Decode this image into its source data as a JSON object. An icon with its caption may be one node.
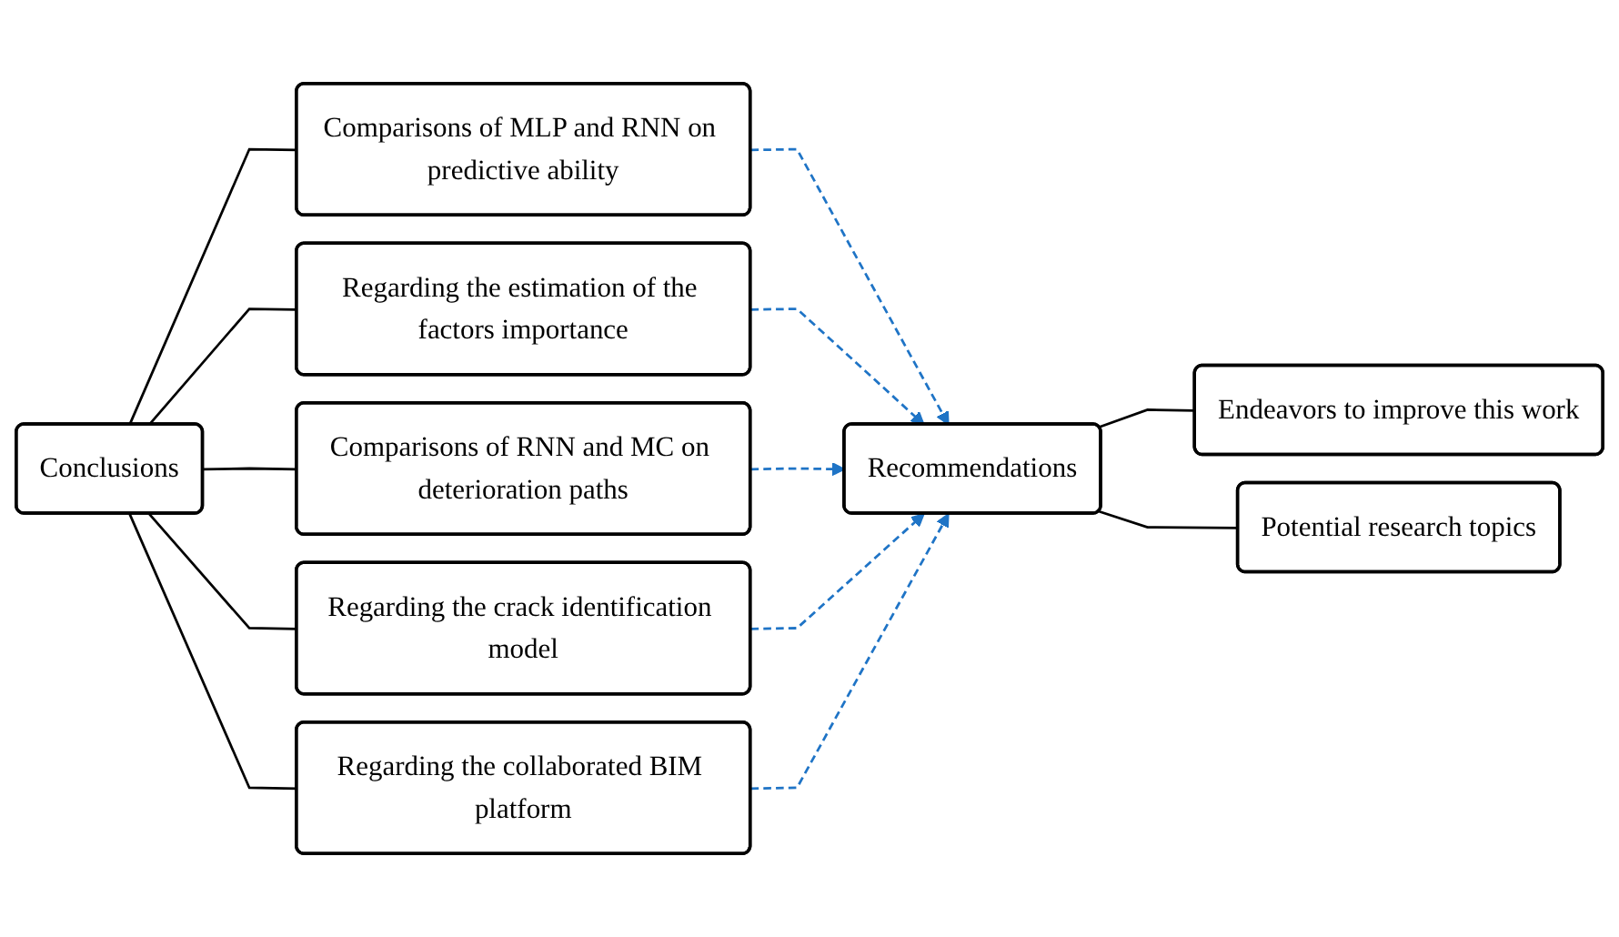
{
  "diagram": {
    "nodes": [
      {
        "text": [
          "Conclusions"
        ]
      },
      {
        "text": [
          "Comparisons of MLP and RNN on predictive ability"
        ]
      },
      {
        "text": [
          "Regarding the estimation of the factors importance"
        ]
      },
      {
        "text": [
          "Comparisons of RNN and MC on deterioration paths"
        ]
      },
      {
        "text": [
          "Regarding the crack identification model"
        ]
      },
      {
        "text": [
          "Regarding the collaborated BIM platform"
        ]
      },
      {
        "text": [
          "Recommendations"
        ]
      },
      {
        "text": [
          "Endeavors to improve this work"
        ]
      },
      {
        "text": [
          "Potential research topics"
        ]
      }
    ],
    "edges": [
      {
        "from": 0,
        "to": 1,
        "arrow": "none"
      },
      {
        "from": 0,
        "to": 2,
        "arrow": "none"
      },
      {
        "from": 0,
        "to": 3,
        "arrow": "none"
      },
      {
        "from": 0,
        "to": 4,
        "arrow": "none"
      },
      {
        "from": 0,
        "to": 5,
        "arrow": "none"
      },
      {
        "from": 1,
        "to": 6,
        "arrow": "to",
        "style": "dashed",
        "color": "#1f74c6"
      },
      {
        "from": 2,
        "to": 6,
        "arrow": "to",
        "style": "dashed",
        "color": "#1f74c6"
      },
      {
        "from": 3,
        "to": 6,
        "arrow": "to",
        "style": "dashed",
        "color": "#1f74c6"
      },
      {
        "from": 4,
        "to": 6,
        "arrow": "to",
        "style": "dashed",
        "color": "#1f74c6"
      },
      {
        "from": 5,
        "to": 6,
        "arrow": "to",
        "style": "dashed",
        "color": "#1f74c6"
      },
      {
        "from": 6,
        "to": 7,
        "arrow": "none"
      },
      {
        "from": 6,
        "to": 8,
        "arrow": "none"
      }
    ]
  }
}
